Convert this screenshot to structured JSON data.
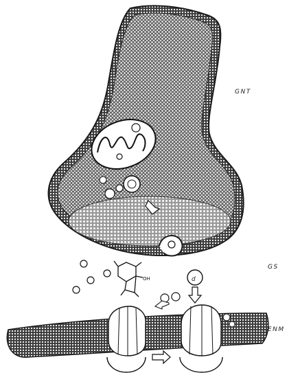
{
  "labels": {
    "terminal": "GNT",
    "cleft": "GS",
    "membrane": "ENM",
    "ion": "d",
    "hydroxyl": "OH"
  },
  "colors": {
    "ink": "#1a1a1a",
    "stipple": "#555555",
    "paper": "#ffffff"
  }
}
